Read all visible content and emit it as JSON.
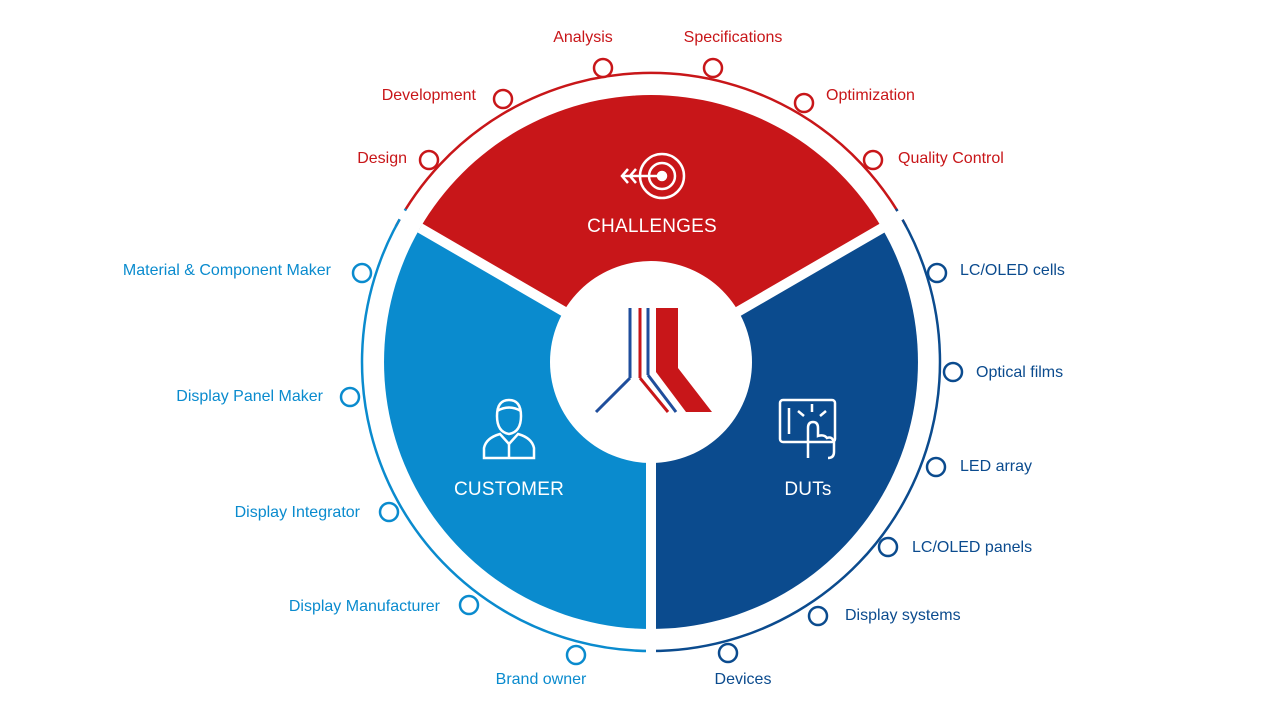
{
  "colors": {
    "challenges": "#C81619",
    "customer": "#0A8BCE",
    "duts": "#0B4B8E",
    "ring": "#E8E8E8",
    "white": "#FFFFFF"
  },
  "center": {
    "icon": "company-logo-icon"
  },
  "challenges": {
    "title": "CHALLENGES",
    "icon": "target-arrow-icon",
    "items": [
      "Design",
      "Development",
      "Analysis",
      "Specifications",
      "Optimization",
      "Quality Control"
    ]
  },
  "customer": {
    "title": "CUSTOMER",
    "icon": "person-icon",
    "items": [
      "Material & Component Maker",
      "Display Panel Maker",
      "Display Integrator",
      "Display Manufacturer",
      "Brand owner"
    ]
  },
  "duts": {
    "title": "DUTs",
    "icon": "touch-screen-icon",
    "items": [
      "LC/OLED cells",
      "Optical films",
      "LED array",
      "LC/OLED panels",
      "Display systems",
      "Devices"
    ]
  }
}
